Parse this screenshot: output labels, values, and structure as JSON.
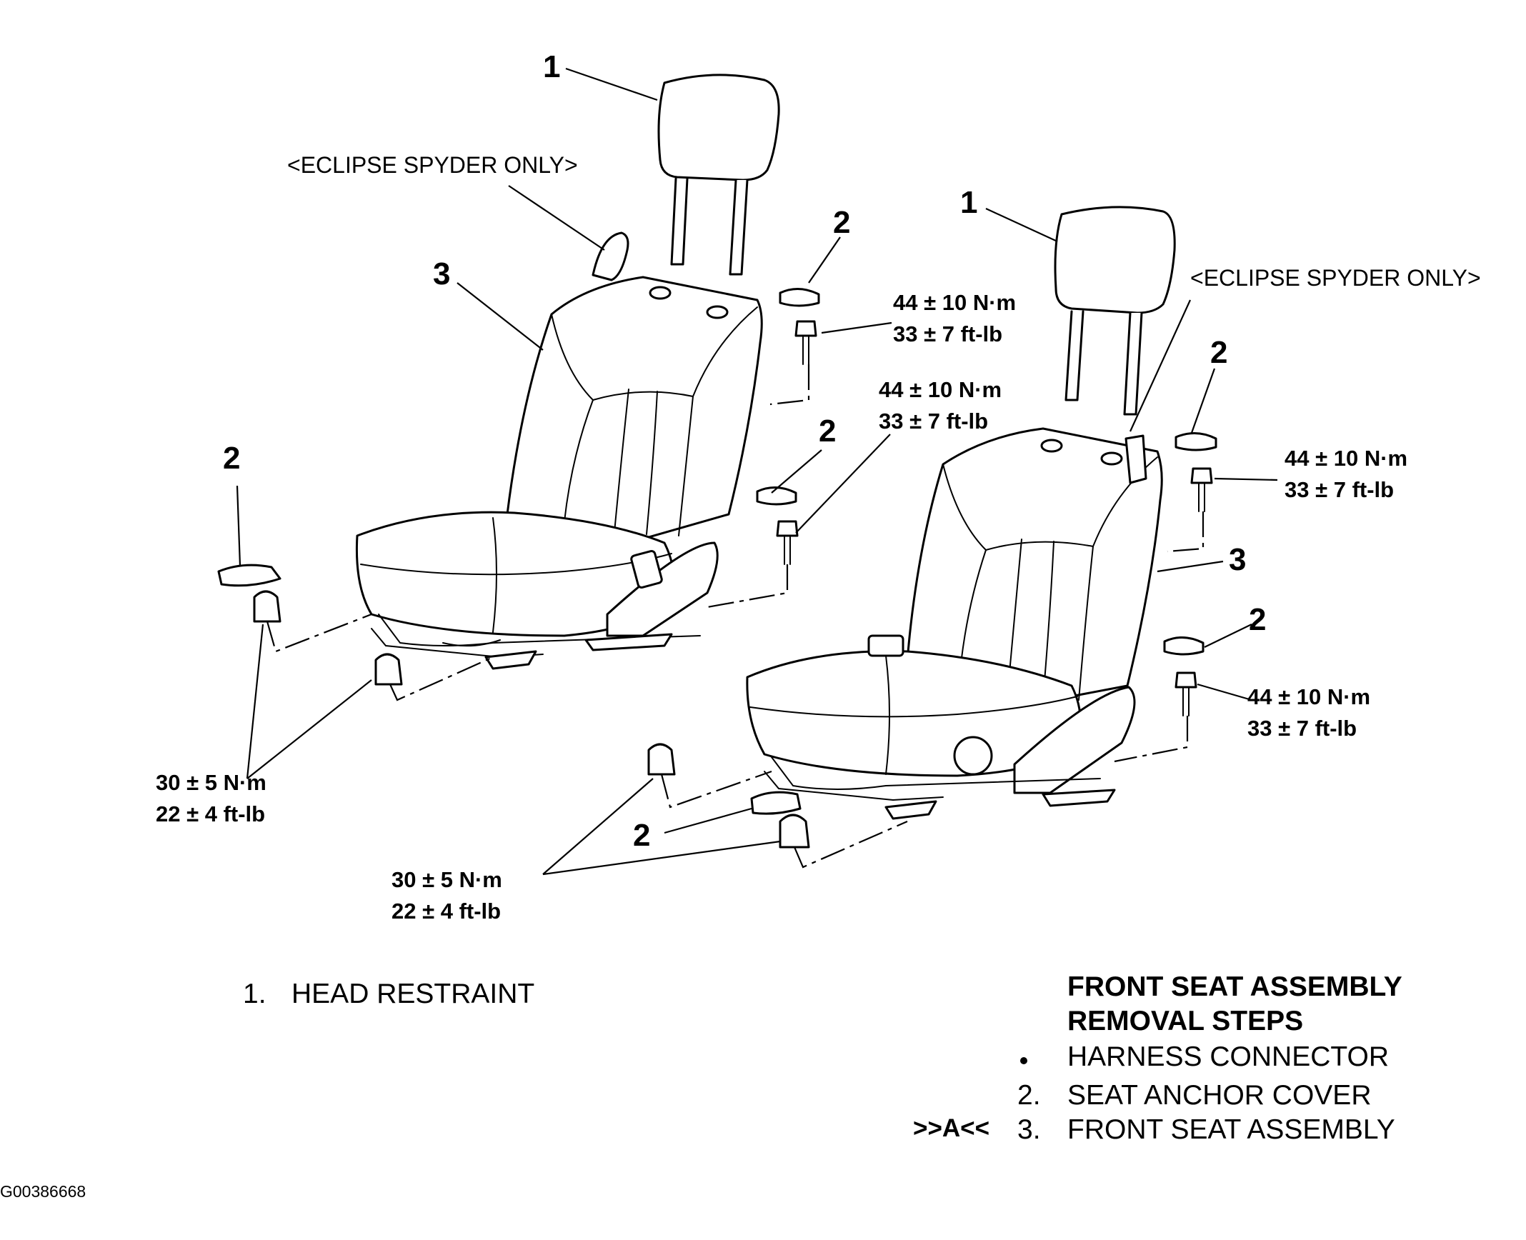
{
  "callouts": {
    "head_restraint": "1",
    "seat_anchor_cover": "2",
    "front_seat_assembly": "3"
  },
  "variant_note": "<ECLIPSE SPYDER ONLY>",
  "torque": {
    "anchor_bolt_nm": "44 ± 10 N·m",
    "anchor_bolt_ftlb": "33 ± 7 ft-lb",
    "nut_nm": "30 ± 5 N·m",
    "nut_ftlb": "22 ± 4 ft-lb"
  },
  "legend": {
    "left_item_number": "1.",
    "left_item_label": "HEAD RESTRAINT",
    "title_line1": "FRONT SEAT ASSEMBLY",
    "title_line2": "REMOVAL STEPS",
    "steps": [
      {
        "marker": "",
        "number": "",
        "label": "HARNESS CONNECTOR"
      },
      {
        "marker": "",
        "number": "2.",
        "label": "SEAT ANCHOR COVER"
      },
      {
        "marker": ">>A<<",
        "number": "3.",
        "label": "FRONT SEAT ASSEMBLY"
      }
    ]
  },
  "figure_id": "G00386668"
}
